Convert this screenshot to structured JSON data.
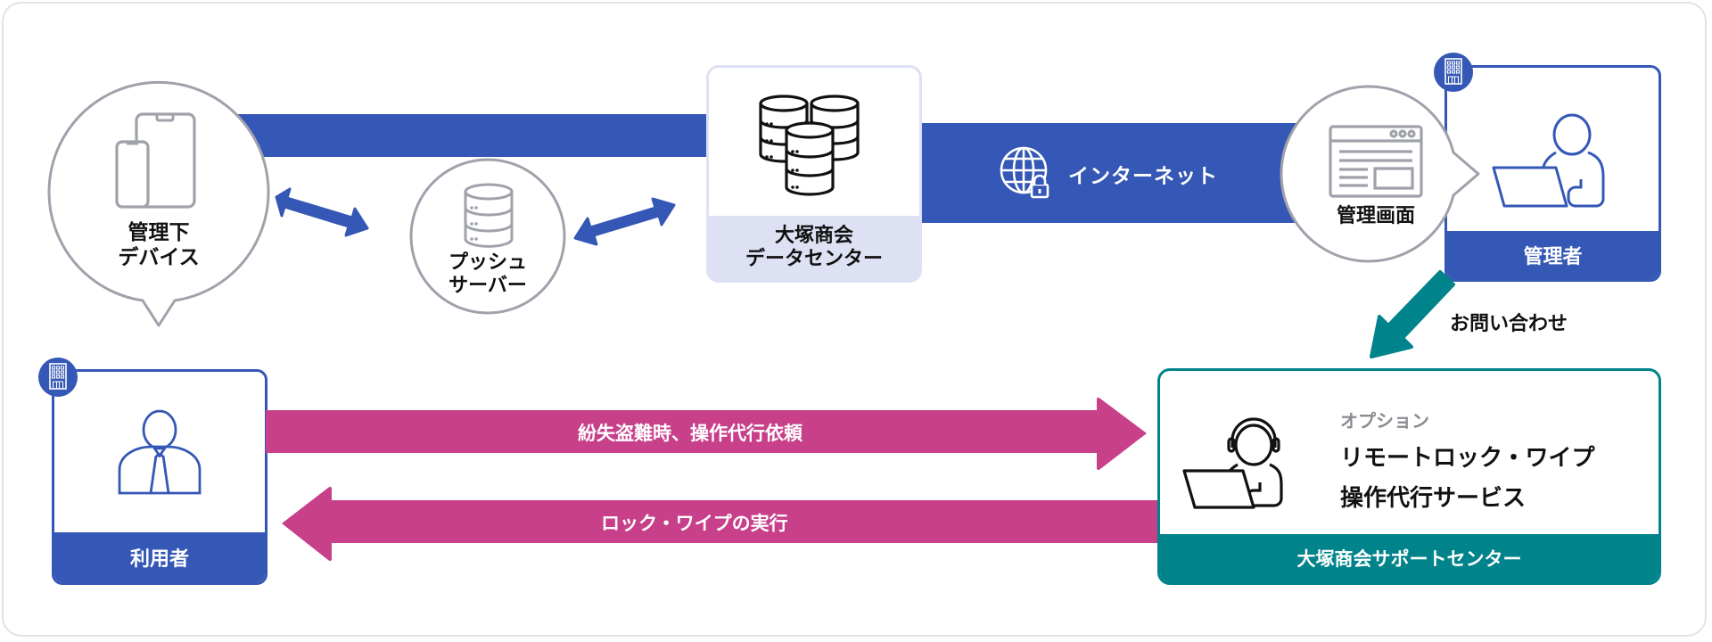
{
  "colors": {
    "blue": "#3557b5",
    "gray_outline": "#a0a2ab",
    "lavender": "#dde1f3",
    "magenta": "#c8408a",
    "teal": "#00838a",
    "text_dark": "#111111",
    "text_muted": "#8a8b90"
  },
  "nodes": {
    "devices": {
      "label_line1": "管理下",
      "label_line2": "デバイス",
      "icon": "smartphones-icon"
    },
    "push_server": {
      "label_line1": "プッシュ",
      "label_line2": "サーバー",
      "icon": "server-icon"
    },
    "data_center": {
      "label_line1": "大塚商会",
      "label_line2": "データセンター",
      "icon": "database-cluster-icon"
    },
    "internet": {
      "label": "インターネット",
      "icon": "secure-globe-icon"
    },
    "admin_screen": {
      "label": "管理画面",
      "icon": "browser-window-icon"
    },
    "admin": {
      "label": "管理者",
      "icon": "person-laptop-icon",
      "badge_icon": "building-icon"
    },
    "user": {
      "label": "利用者",
      "icon": "businessperson-icon",
      "badge_icon": "building-icon"
    },
    "support_center": {
      "option_label": "オプション",
      "service_line1": "リモートロック・ワイプ",
      "service_line2": "操作代行サービス",
      "footer": "大塚商会サポートセンター",
      "icon": "headset-operator-icon"
    }
  },
  "flows": {
    "inquiry": "お問い合わせ",
    "request": "紛失盗難時、操作代行依頼",
    "execute": "ロック・ワイプの実行"
  }
}
